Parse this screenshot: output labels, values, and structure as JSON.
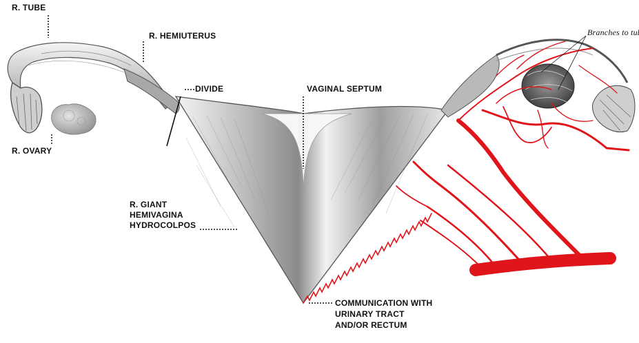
{
  "labels": {
    "r_tube": "R. TUBE",
    "r_hemiuterus": "R. HEMIUTERUS",
    "divide": "DIVIDE",
    "vaginal_septum": "VAGINAL SEPTUM",
    "r_ovary": "R. OVARY",
    "r_giant_hemivagina_line1": "R. GIANT",
    "r_giant_hemivagina_line2": "HEMIVAGINA",
    "r_giant_hemivagina_line3": "HYDROCOLPOS",
    "communication_line1": "COMMUNICATION WITH",
    "communication_line2": "URINARY TRACT",
    "communication_line3": "AND/OR RECTUM",
    "branches_to_tube": "Branches to tube"
  },
  "colors": {
    "artery_red": "#e0151b",
    "ink": "#111111",
    "tissue_light": "#e6e6e6",
    "tissue_mid": "#b4b4b4",
    "tissue_dark": "#6e6e6e"
  }
}
